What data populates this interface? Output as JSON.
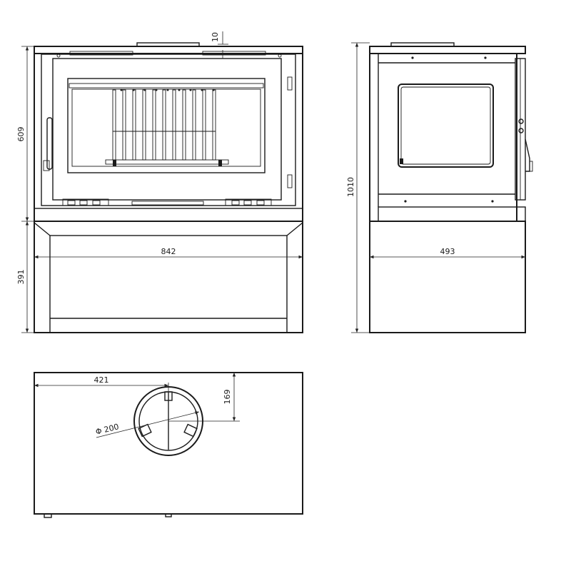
{
  "dimensions": {
    "flue_offset": "10",
    "firebox_height": "609",
    "base_height": "391",
    "width": "842",
    "total_height": "1010",
    "depth": "493",
    "flue_center_x": "421",
    "flue_center_y": "169",
    "flue_diameter": "Φ 200"
  },
  "colors": {
    "line": "#1a1a1a",
    "background": "#ffffff"
  }
}
